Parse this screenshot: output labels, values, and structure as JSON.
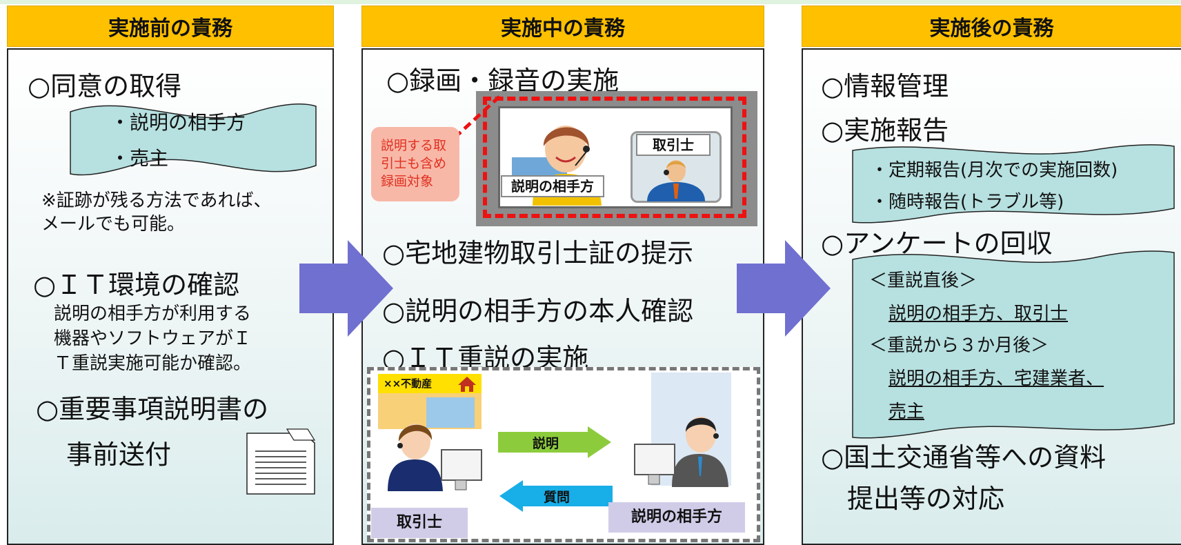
{
  "columns": [
    {
      "header": "実施前の責務",
      "items": [
        {
          "title": "○同意の取得"
        },
        {
          "list": [
            "・説明の相手方",
            "・売主"
          ]
        },
        {
          "note": [
            "※証跡が残る方法であれば、",
            "メールでも可能。"
          ]
        },
        {
          "title": "○ＩＴ環境の確認",
          "desc": [
            "説明の相手方が利用する",
            "機器やソフトウェアがＩ",
            "Ｔ重説実施可能か確認。"
          ]
        },
        {
          "title_lines": [
            "○重要事項説明書の",
            "事前送付"
          ]
        }
      ]
    },
    {
      "header": "実施中の責務",
      "recording_title": "○録画・録音の実施",
      "recording_callout": [
        "説明する取",
        "引士も含め",
        "録画対象"
      ],
      "screen_label_main": "説明の相手方",
      "screen_label_sub": "取引士",
      "item2": "○宅地建物取引士証の提示",
      "item3": "○説明の相手方の本人確認",
      "item4": "○ＩＴ重説の実施",
      "office_sign": "××不動産",
      "arrow_explain": "説明",
      "arrow_question": "質問",
      "left_person": "取引士",
      "right_person": "説明の相手方"
    },
    {
      "header": "実施後の責務",
      "items": [
        {
          "title": "○情報管理"
        },
        {
          "title": "○実施報告",
          "list": [
            "・定期報告(月次での実施回数)",
            "・随時報告(トラブル等)"
          ]
        },
        {
          "title": "○アンケートの回収",
          "survey": [
            {
              "text": "＜重説直後＞",
              "underline": false
            },
            {
              "text": "説明の相手方、取引士",
              "underline": true
            },
            {
              "text": "＜重説から３か月後＞",
              "underline": false
            },
            {
              "text": "説明の相手方、宅建業者、",
              "underline": true
            },
            {
              "text": "売主",
              "underline": true
            }
          ]
        },
        {
          "title_lines": [
            "○国土交通省等への資料",
            "提出等の対応"
          ]
        }
      ]
    }
  ],
  "colors": {
    "header": "#ffc000",
    "arrow": "#7070d0",
    "wave": "#b7e0e0",
    "callout": "#f8b8a8",
    "callout_text": "#e03020",
    "dash_red": "#ee1111"
  }
}
